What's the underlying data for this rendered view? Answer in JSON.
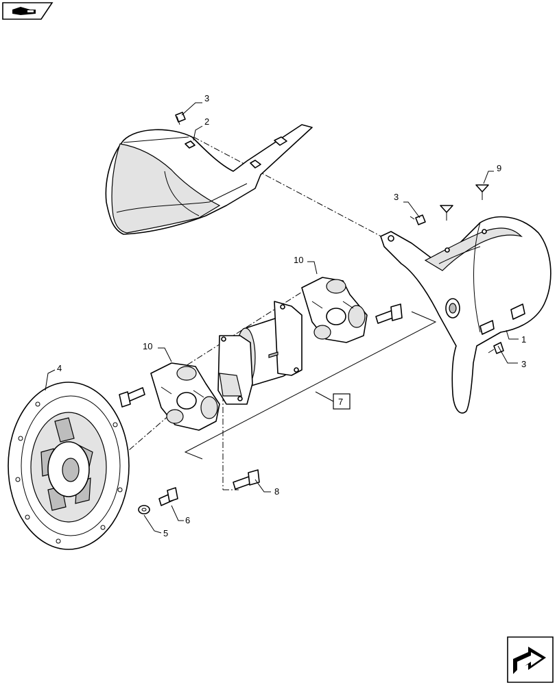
{
  "nav": {
    "top_icon": "hand-pointer-icon",
    "bottom_icon": "next-page-arrow-icon"
  },
  "callouts": {
    "c1": "1",
    "c2": "2",
    "c3a": "3",
    "c3b": "3",
    "c3c": "3",
    "c4": "4",
    "c5": "5",
    "c6": "6",
    "c7": "7",
    "c8": "8",
    "c9": "9",
    "c10a": "10",
    "c10b": "10"
  }
}
